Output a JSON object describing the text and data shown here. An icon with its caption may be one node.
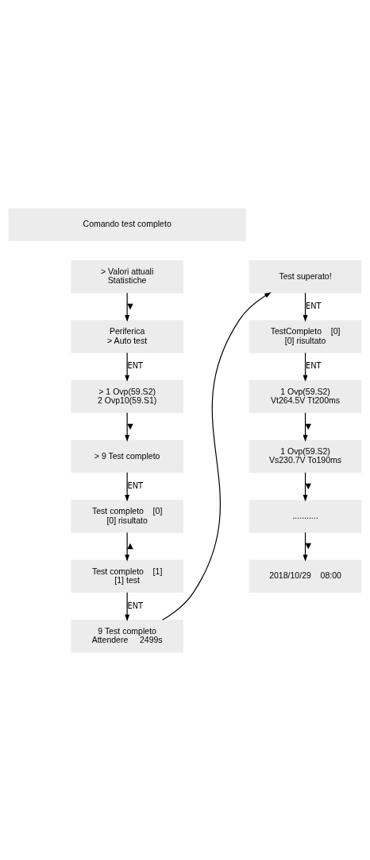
{
  "diagram": {
    "nodes": [
      {
        "text": [
          "Comando test completo"
        ]
      },
      {
        "text": [
          "> Valori attuali",
          "Statistiche"
        ]
      },
      {
        "text": [
          "Periferica",
          "> Auto test"
        ]
      },
      {
        "text": [
          "> 1 Ovp(59.S2)",
          "2 Ovp10(59.S1)"
        ]
      },
      {
        "text": [
          "> 9 Test completo"
        ]
      },
      {
        "text": [
          "Test completo    [0]",
          "[0] risultato"
        ]
      },
      {
        "text": [
          "Test completo    [1]",
          "[1] test"
        ]
      },
      {
        "text": [
          "9 Test completo",
          "Attendere     2499s"
        ]
      },
      {
        "text": [
          "Test superato!"
        ]
      },
      {
        "text": [
          "TestCompleto    [0]",
          "[0] risultato"
        ]
      },
      {
        "text": [
          "1 Ovp(59.S2)",
          "Vt264.5V Tt200ms"
        ]
      },
      {
        "text": [
          "1 Ovp(59.S2)",
          "Vs230.7V To190ms"
        ]
      },
      {
        "text": [
          "..........."
        ]
      },
      {
        "text": [
          "2018/10/29    08:00"
        ]
      }
    ],
    "edges": [
      {
        "from": 1,
        "to": 2,
        "arrow": "to",
        "label": "▼"
      },
      {
        "from": 2,
        "to": 3,
        "arrow": "to",
        "label": "ENT"
      },
      {
        "from": 3,
        "to": 4,
        "arrow": "to",
        "label": "▼"
      },
      {
        "from": 4,
        "to": 5,
        "arrow": "to",
        "label": "ENT"
      },
      {
        "from": 5,
        "to": 6,
        "arrow": "to",
        "label": "▲"
      },
      {
        "from": 6,
        "to": 7,
        "arrow": "to",
        "label": "ENT"
      },
      {
        "from": 7,
        "to": 8,
        "arrow": "to"
      },
      {
        "from": 8,
        "to": 9,
        "arrow": "to",
        "label": "ENT"
      },
      {
        "from": 9,
        "to": 10,
        "arrow": "to",
        "label": "ENT"
      },
      {
        "from": 10,
        "to": 11,
        "arrow": "to",
        "label": "▼"
      },
      {
        "from": 11,
        "to": 12,
        "arrow": "to",
        "label": "▼"
      },
      {
        "from": 12,
        "to": 13,
        "arrow": "to",
        "label": "▼"
      }
    ]
  }
}
